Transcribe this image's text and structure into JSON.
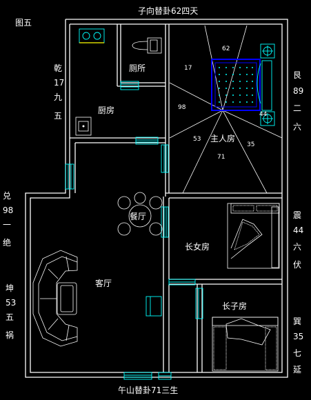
{
  "figure_label": "图五",
  "direction_labels": {
    "top": "子向替卦62四天",
    "bottom": "午山替卦71三生",
    "left_upper": [
      "乾",
      "17",
      "九",
      "五"
    ],
    "left_middle": [
      "兑",
      "98",
      "一",
      "绝"
    ],
    "left_lower": [
      "坤",
      "53",
      "五",
      "祸"
    ],
    "right_upper": [
      "艮",
      "89",
      "二",
      "六"
    ],
    "right_middle": [
      "震",
      "44",
      "六",
      "伏"
    ],
    "right_lower": [
      "巽",
      "35",
      "七",
      "延"
    ]
  },
  "rooms": {
    "toilet": "厕所",
    "kitchen": "厨房",
    "master_bedroom": "主人房",
    "dining": "餐厅",
    "eldest_daughter_room": "长女房",
    "living": "客厅",
    "eldest_son_room": "长子房"
  },
  "sector_numbers": [
    "62",
    "17",
    "98",
    "53",
    "71",
    "35",
    "44"
  ],
  "colors": {
    "background": "#000000",
    "walls": "#ffffff",
    "fixtures": "#00ffff",
    "bed_frame": "#0000ff"
  }
}
